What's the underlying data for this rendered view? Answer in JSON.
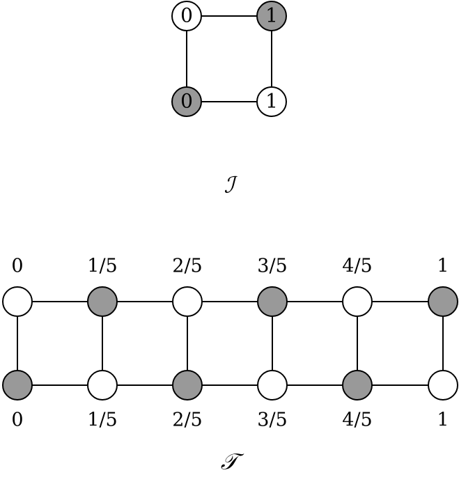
{
  "colors": {
    "gray_node": "#999999",
    "white_node": "#ffffff",
    "stroke": "#000000"
  },
  "graph_i": {
    "title": "ℐ",
    "nodes": [
      {
        "id": "i-top-left",
        "label": "0",
        "fill": "white"
      },
      {
        "id": "i-top-right",
        "label": "1",
        "fill": "gray"
      },
      {
        "id": "i-bottom-left",
        "label": "0",
        "fill": "gray"
      },
      {
        "id": "i-bottom-right",
        "label": "1",
        "fill": "white"
      }
    ]
  },
  "graph_t": {
    "title": "𝒯",
    "top_labels": [
      "0",
      "1/5",
      "2/5",
      "3/5",
      "4/5",
      "1"
    ],
    "bottom_labels": [
      "0",
      "1/5",
      "2/5",
      "3/5",
      "4/5",
      "1"
    ],
    "top_fills": [
      "white",
      "gray",
      "white",
      "gray",
      "white",
      "gray"
    ],
    "bottom_fills": [
      "gray",
      "white",
      "gray",
      "white",
      "gray",
      "white"
    ]
  }
}
